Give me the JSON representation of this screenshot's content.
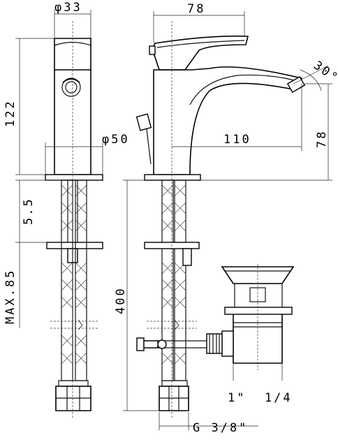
{
  "dimensions": {
    "d33": "φ33",
    "w78": "78",
    "ang30": "30°",
    "h122": "122",
    "d50": "φ50",
    "w110": "110",
    "h78": "78",
    "h55": "5.5",
    "max85": "MAX.85",
    "h400": "400",
    "thread_waste": "1\"  1/4",
    "thread_inlet": "G 3/8\""
  }
}
